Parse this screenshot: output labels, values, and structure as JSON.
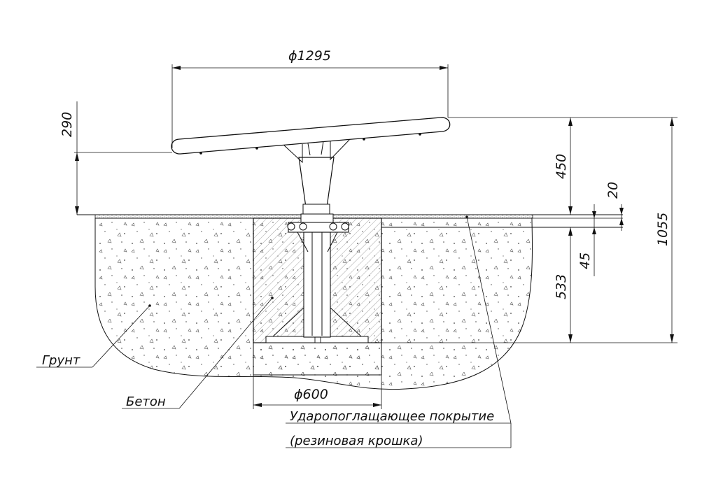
{
  "dimensions": {
    "diameter_top": "ϕ1295",
    "height_290": "290",
    "height_450": "450",
    "height_20": "20",
    "height_45": "45",
    "height_533": "533",
    "height_1055": "1055",
    "diameter_base": "ϕ600"
  },
  "labels": {
    "ground": "Грунт",
    "concrete": "Бетон",
    "coating_line1": "Ударопоглащающее покрытие",
    "coating_line2": "(резиновая крошка)"
  }
}
